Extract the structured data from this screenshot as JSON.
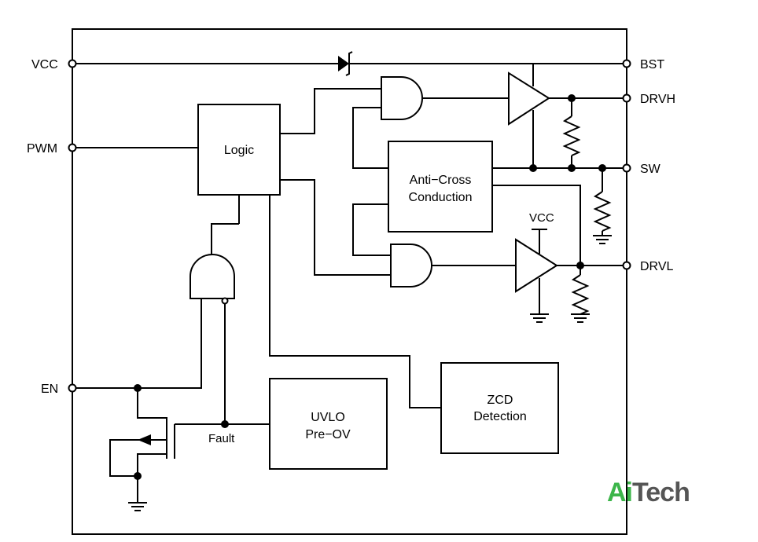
{
  "pins": {
    "vcc": "VCC",
    "pwm": "PWM",
    "en": "EN",
    "bst": "BST",
    "drvh": "DRVH",
    "sw": "SW",
    "drvl": "DRVL"
  },
  "blocks": {
    "logic": "Logic",
    "anticross_line1": "Anti−Cross",
    "anticross_line2": "Conduction",
    "uvlo_line1": "UVLO",
    "uvlo_line2": "Pre−OV",
    "zcd_line1": "ZCD",
    "zcd_line2": "Detection"
  },
  "labels": {
    "fault": "Fault",
    "vcc_supply": "VCC"
  },
  "watermark": {
    "part1": "Ai",
    "part2": "Tech",
    "color1": "#3cb54a",
    "color2": "#555555"
  }
}
